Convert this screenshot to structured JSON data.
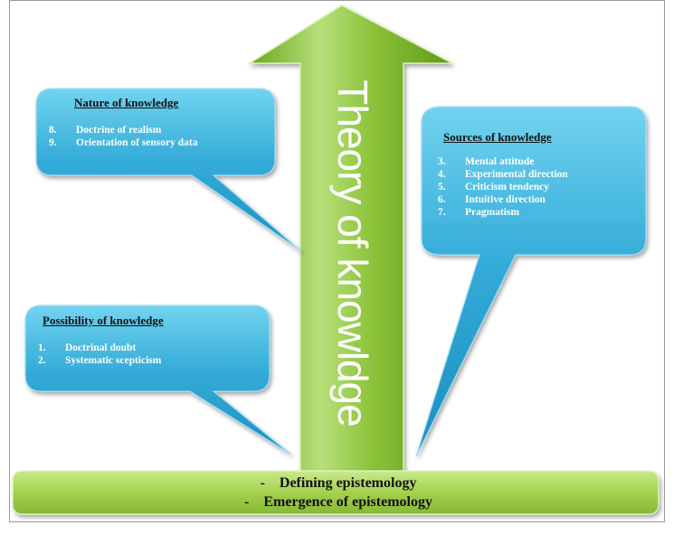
{
  "arrow_label": "Theory of knowldge",
  "nature": {
    "title": "Nature of knowledge",
    "items": [
      {
        "num": "8.",
        "text": "Doctrine of realism"
      },
      {
        "num": "9.",
        "text": "Orientation of sensory data"
      }
    ]
  },
  "possibility": {
    "title": "Possibility of knowledge",
    "items": [
      {
        "num": "1.",
        "text": "Doctrinal doubt"
      },
      {
        "num": "2.",
        "text": "Systematic scepticism"
      }
    ]
  },
  "sources": {
    "title": "Sources of knowledge",
    "items": [
      {
        "num": "3.",
        "text": "Mental attitude"
      },
      {
        "num": "4.",
        "text": "Experimental direction"
      },
      {
        "num": "5.",
        "text": "Criticism tendency"
      },
      {
        "num": "6.",
        "text": "Intuitive direction"
      },
      {
        "num": "7.",
        "text": "Pragmatism"
      }
    ]
  },
  "base": {
    "bullet": "-",
    "line1": "Defining epistemology",
    "line2": "Emergence of epistemology"
  },
  "colors": {
    "bubble_fill": "#2aa6d4",
    "bubble_light": "#6cd0ee",
    "arrow_fill": "#7bb82a",
    "arrow_light": "#c2e88a",
    "base_fill": "#9ccc44"
  }
}
